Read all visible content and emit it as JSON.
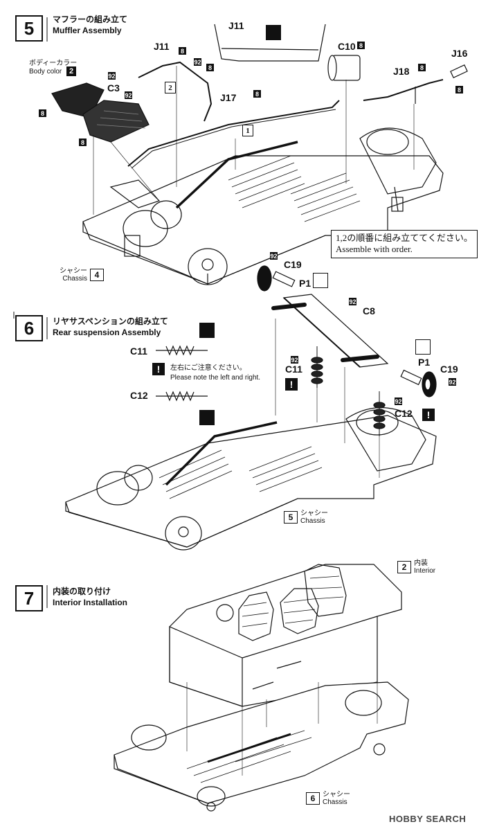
{
  "step5": {
    "num": "5",
    "title_jp": "マフラーの組み立て",
    "title_en": "Muffler Assembly",
    "body_color_jp": "ボディーカラー",
    "body_color_en": "Body color",
    "body_color_ref": "2",
    "parts": [
      "J11",
      "J11",
      "C10",
      "J16",
      "J18",
      "C3",
      "J17"
    ],
    "order_marks": [
      "2",
      "1"
    ],
    "note_jp": "1,2の順番に組み立ててください。",
    "note_en": "Assemble with order.",
    "chassis_jp": "シャシー",
    "chassis_en": "Chassis",
    "chassis_ref": "4"
  },
  "step6": {
    "num": "6",
    "title_jp": "リヤサスペンションの組み立て",
    "title_en": "Rear suspension Assembly",
    "parts": [
      "C19",
      "P1",
      "C8",
      "C11",
      "C12",
      "P1",
      "C19",
      "C11",
      "C12"
    ],
    "lr_note_jp": "左右にご注意ください。",
    "lr_note_en": "Please note the left and right.",
    "chassis_jp": "シャシー",
    "chassis_en": "Chassis",
    "chassis_ref": "5"
  },
  "step7": {
    "num": "7",
    "title_jp": "内装の取り付け",
    "title_en": "Interior Installation",
    "interior_jp": "内装",
    "interior_en": "Interior",
    "interior_ref": "2",
    "chassis_jp": "シャシー",
    "chassis_en": "Chassis",
    "chassis_ref": "6"
  },
  "color_codes": {
    "c8": "8",
    "c92": "92"
  },
  "watermark": "HOBBY SEARCH"
}
